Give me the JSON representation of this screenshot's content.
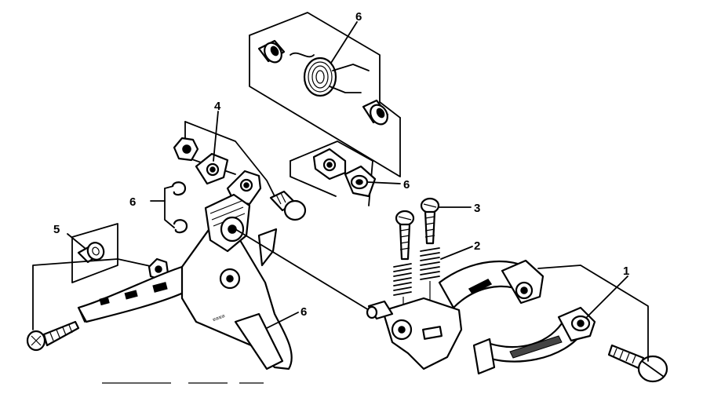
{
  "callouts": {
    "c1": "1",
    "c2": "2",
    "c3": "3",
    "c4": "4",
    "c5": "5",
    "c6_spring": "6",
    "c6_right": "6",
    "c6_left": "6",
    "c6_cage": "6"
  },
  "colors": {
    "line": "#000000",
    "paper": "#ffffff"
  }
}
